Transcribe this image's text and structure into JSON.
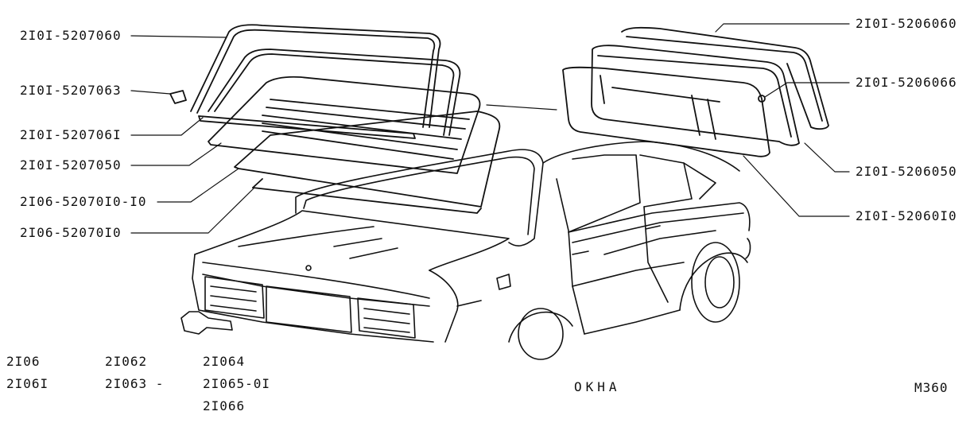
{
  "part_labels": {
    "left": [
      "2I0I-5207060",
      "2I0I-5207063",
      "2I0I-520706I",
      "2I0I-5207050",
      "2I06-52070I0-I0",
      "2I06-52070I0"
    ],
    "right": [
      "2I0I-5206060",
      "2I0I-5206066",
      "2I0I-5206050",
      "2I0I-52060I0"
    ]
  },
  "models": {
    "col1": [
      "2I06",
      "2I06I"
    ],
    "col2": [
      "2I062",
      "2I063 -"
    ],
    "col3": [
      "2I064",
      "2I065-0I",
      "2I066"
    ]
  },
  "title": "OKHA",
  "sheet_code": "M360"
}
